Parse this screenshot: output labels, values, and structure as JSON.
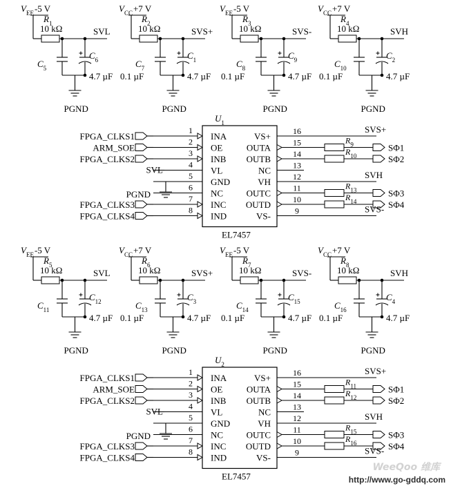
{
  "watermark": "WeeQoo 维库",
  "source_url": "http://www.go-gddq.com",
  "supply_blocks": [
    {
      "name": "supply-block-top",
      "cells": [
        {
          "supply": "V",
          "supply_sub": "EE",
          "supply_value": "-5 V",
          "res_name": "R",
          "res_sub": "1",
          "res_value": "10 kΩ",
          "net": "SVL",
          "cap_a_name": "C",
          "cap_a_sub": "5",
          "cap_a_value": "",
          "cap_b_name": "C",
          "cap_b_sub": "6",
          "cap_b_value": "4.7 µF",
          "ground": "PGND"
        },
        {
          "supply": "V",
          "supply_sub": "CC",
          "supply_value": "+7 V",
          "res_name": "R",
          "res_sub": "2",
          "res_value": "10 kΩ",
          "net": "SVS+",
          "cap_a_name": "C",
          "cap_a_sub": "7",
          "cap_a_value": "0.1 µF",
          "cap_b_name": "C",
          "cap_b_sub": "1",
          "cap_b_value": "4.7 µF",
          "ground": "PGND"
        },
        {
          "supply": "V",
          "supply_sub": "EE",
          "supply_value": "-5 V",
          "res_name": "R",
          "res_sub": "3",
          "res_value": "10 kΩ",
          "net": "SVS-",
          "cap_a_name": "C",
          "cap_a_sub": "8",
          "cap_a_value": "0.1 µF",
          "cap_b_name": "C",
          "cap_b_sub": "9",
          "cap_b_value": "4.7 µF",
          "ground": "PGND"
        },
        {
          "supply": "V",
          "supply_sub": "CC",
          "supply_value": "+7 V",
          "res_name": "R",
          "res_sub": "4",
          "res_value": "10 kΩ",
          "net": "SVH",
          "cap_a_name": "C",
          "cap_a_sub": "10",
          "cap_a_value": "0.1 µF",
          "cap_b_name": "C",
          "cap_b_sub": "2",
          "cap_b_value": "4.7 µF",
          "ground": "PGND"
        }
      ]
    },
    {
      "name": "supply-block-bottom",
      "cells": [
        {
          "supply": "V",
          "supply_sub": "EE",
          "supply_value": "-5 V",
          "res_name": "R",
          "res_sub": "5",
          "res_value": "10 kΩ",
          "net": "SVL",
          "cap_a_name": "C",
          "cap_a_sub": "11",
          "cap_a_value": "",
          "cap_b_name": "C",
          "cap_b_sub": "12",
          "cap_b_value": "4.7 µF",
          "ground": "PGND"
        },
        {
          "supply": "V",
          "supply_sub": "CC",
          "supply_value": "+7 V",
          "res_name": "R",
          "res_sub": "6",
          "res_value": "10 kΩ",
          "net": "SVS+",
          "cap_a_name": "C",
          "cap_a_sub": "13",
          "cap_a_value": "0.1 µF",
          "cap_b_name": "C",
          "cap_b_sub": "3",
          "cap_b_value": "4.7 µF",
          "ground": "PGND"
        },
        {
          "supply": "V",
          "supply_sub": "EE",
          "supply_value": "-5 V",
          "res_name": "R",
          "res_sub": "7",
          "res_value": "10 kΩ",
          "net": "SVS-",
          "cap_a_name": "C",
          "cap_a_sub": "14",
          "cap_a_value": "0.1 µF",
          "cap_b_name": "C",
          "cap_b_sub": "15",
          "cap_b_value": "4.7 µF",
          "ground": "PGND"
        },
        {
          "supply": "V",
          "supply_sub": "CC",
          "supply_value": "+7 V",
          "res_name": "R",
          "res_sub": "8",
          "res_value": "10 kΩ",
          "net": "SVH",
          "cap_a_name": "C",
          "cap_a_sub": "16",
          "cap_a_value": "0.1 µF",
          "cap_b_name": "C",
          "cap_b_sub": "4",
          "cap_b_value": "4.7 µF",
          "ground": "PGND"
        }
      ]
    }
  ],
  "chips": [
    {
      "name": "U",
      "name_sub": "1",
      "part": "EL7457",
      "left_pins": [
        {
          "num": "1",
          "pin": "INA",
          "net": "FPGA_CLKS1",
          "kind": "port"
        },
        {
          "num": "2",
          "pin": "OE",
          "net": "ARM_SOE",
          "kind": "port"
        },
        {
          "num": "3",
          "pin": "INB",
          "net": "FPGA_CLKS2",
          "kind": "port"
        },
        {
          "num": "4",
          "pin": "VL",
          "net": "SVL",
          "kind": "wire"
        },
        {
          "num": "5",
          "pin": "GND",
          "net": "PGND",
          "kind": "ground"
        },
        {
          "num": "6",
          "pin": "NC",
          "net": "",
          "kind": "none"
        },
        {
          "num": "7",
          "pin": "INC",
          "net": "FPGA_CLKS3",
          "kind": "port"
        },
        {
          "num": "8",
          "pin": "IND",
          "net": "FPGA_CLKS4",
          "kind": "port"
        }
      ],
      "right_pins": [
        {
          "num": "16",
          "pin": "VS+",
          "kind": "net",
          "net": "SVS+",
          "res_name": "",
          "res_sub": "",
          "out_net": ""
        },
        {
          "num": "15",
          "pin": "OUTA",
          "kind": "out",
          "net": "",
          "res_name": "R",
          "res_sub": "9",
          "out_net": "SΦ1"
        },
        {
          "num": "14",
          "pin": "OUTB",
          "kind": "out",
          "net": "",
          "res_name": "R",
          "res_sub": "10",
          "out_net": "SΦ2"
        },
        {
          "num": "13",
          "pin": "NC",
          "kind": "none",
          "net": "",
          "res_name": "",
          "res_sub": "",
          "out_net": ""
        },
        {
          "num": "12",
          "pin": "VH",
          "kind": "net",
          "net": "SVH",
          "res_name": "",
          "res_sub": "",
          "out_net": ""
        },
        {
          "num": "11",
          "pin": "OUTC",
          "kind": "out",
          "net": "",
          "res_name": "R",
          "res_sub": "13",
          "out_net": "SΦ3"
        },
        {
          "num": "10",
          "pin": "OUTD",
          "kind": "out",
          "net": "",
          "res_name": "R",
          "res_sub": "14",
          "out_net": "SΦ4"
        },
        {
          "num": "9",
          "pin": "VS-",
          "kind": "net",
          "net": "SVS-",
          "res_name": "",
          "res_sub": "",
          "out_net": ""
        }
      ]
    },
    {
      "name": "U",
      "name_sub": "2",
      "part": "EL7457",
      "left_pins": [
        {
          "num": "1",
          "pin": "INA",
          "net": "FPGA_CLKS1",
          "kind": "port"
        },
        {
          "num": "2",
          "pin": "OE",
          "net": "ARM_SOE",
          "kind": "port"
        },
        {
          "num": "3",
          "pin": "INB",
          "net": "FPGA_CLKS2",
          "kind": "port"
        },
        {
          "num": "4",
          "pin": "VL",
          "net": "SVL",
          "kind": "wire"
        },
        {
          "num": "5",
          "pin": "GND",
          "net": "PGND",
          "kind": "ground"
        },
        {
          "num": "6",
          "pin": "NC",
          "net": "",
          "kind": "none"
        },
        {
          "num": "7",
          "pin": "INC",
          "net": "FPGA_CLKS3",
          "kind": "port"
        },
        {
          "num": "8",
          "pin": "IND",
          "net": "FPGA_CLKS4",
          "kind": "port"
        }
      ],
      "right_pins": [
        {
          "num": "16",
          "pin": "VS+",
          "kind": "net",
          "net": "SVS+",
          "res_name": "",
          "res_sub": "",
          "out_net": ""
        },
        {
          "num": "15",
          "pin": "OUTA",
          "kind": "out",
          "net": "",
          "res_name": "R",
          "res_sub": "11",
          "out_net": "SΦ1"
        },
        {
          "num": "14",
          "pin": "OUTB",
          "kind": "out",
          "net": "",
          "res_name": "R",
          "res_sub": "12",
          "out_net": "SΦ2"
        },
        {
          "num": "13",
          "pin": "NC",
          "kind": "none",
          "net": "",
          "res_name": "",
          "res_sub": "",
          "out_net": ""
        },
        {
          "num": "12",
          "pin": "VH",
          "kind": "net",
          "net": "SVH",
          "res_name": "",
          "res_sub": "",
          "out_net": ""
        },
        {
          "num": "11",
          "pin": "OUTC",
          "kind": "out",
          "net": "",
          "res_name": "R",
          "res_sub": "15",
          "out_net": "SΦ3"
        },
        {
          "num": "10",
          "pin": "OUTD",
          "kind": "out",
          "net": "",
          "res_name": "R",
          "res_sub": "16",
          "out_net": "SΦ4"
        },
        {
          "num": "9",
          "pin": "VS-",
          "kind": "net",
          "net": "SVS-",
          "res_name": "",
          "res_sub": "",
          "out_net": ""
        }
      ]
    }
  ]
}
